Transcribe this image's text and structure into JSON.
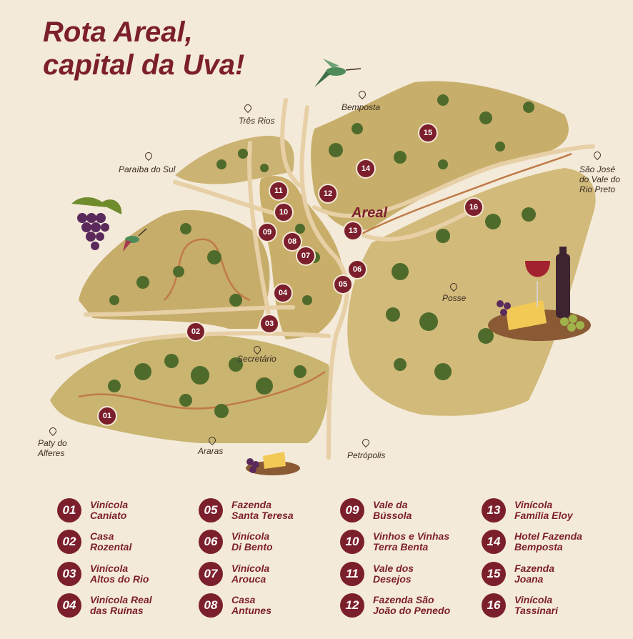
{
  "title": {
    "line1": "Rota Areal,",
    "line2": "capital da Uva!"
  },
  "map": {
    "region_label": "Areal",
    "towns": [
      {
        "id": "tres-rios",
        "lines": [
          "Três Rios"
        ]
      },
      {
        "id": "bemposta",
        "lines": [
          "Bemposta"
        ]
      },
      {
        "id": "paraiba-do-sul",
        "lines": [
          "Paraíba do Sul"
        ]
      },
      {
        "id": "sao-jose",
        "lines": [
          "São José",
          "do Vale do",
          "Rio Preto"
        ]
      },
      {
        "id": "posse",
        "lines": [
          "Posse"
        ]
      },
      {
        "id": "secretario",
        "lines": [
          "Secretário"
        ]
      },
      {
        "id": "paty",
        "lines": [
          "Paty do",
          "Alferes"
        ]
      },
      {
        "id": "araras",
        "lines": [
          "Araras"
        ]
      },
      {
        "id": "petropolis",
        "lines": [
          "Petrópolis"
        ]
      }
    ],
    "markers": [
      "01",
      "02",
      "03",
      "04",
      "05",
      "06",
      "07",
      "08",
      "09",
      "10",
      "11",
      "12",
      "13",
      "14",
      "15",
      "16"
    ],
    "icons": [
      "grapes-icon",
      "hummingbird-icon",
      "wine-cheese-board-icon",
      "cheese-board-icon"
    ]
  },
  "legend": [
    {
      "num": "01",
      "lines": [
        "Vinícola",
        "Caniato"
      ]
    },
    {
      "num": "02",
      "lines": [
        "Casa",
        "Rozental"
      ]
    },
    {
      "num": "03",
      "lines": [
        "Vinícola",
        "Altos do Rio"
      ]
    },
    {
      "num": "04",
      "lines": [
        "Vinícola Real",
        "das Ruínas"
      ]
    },
    {
      "num": "05",
      "lines": [
        "Fazenda",
        "Santa Teresa"
      ]
    },
    {
      "num": "06",
      "lines": [
        "Vinícola",
        "Di Bento"
      ]
    },
    {
      "num": "07",
      "lines": [
        "Vinícola",
        "Arouca"
      ]
    },
    {
      "num": "08",
      "lines": [
        "Casa",
        "Antunes"
      ]
    },
    {
      "num": "09",
      "lines": [
        "Vale da",
        "Bússola"
      ]
    },
    {
      "num": "10",
      "lines": [
        "Vinhos e Vinhas",
        "Terra Benta"
      ]
    },
    {
      "num": "11",
      "lines": [
        "Vale dos",
        "Desejos"
      ]
    },
    {
      "num": "12",
      "lines": [
        "Fazenda São",
        "João do Penedo"
      ]
    },
    {
      "num": "13",
      "lines": [
        "Vinícola",
        "Família Eloy"
      ]
    },
    {
      "num": "14",
      "lines": [
        "Hotel Fazenda",
        "Bemposta"
      ]
    },
    {
      "num": "15",
      "lines": [
        "Fazenda",
        "Joana"
      ]
    },
    {
      "num": "16",
      "lines": [
        "Vinícola",
        "Tassinari"
      ]
    }
  ],
  "colors": {
    "accent": "#7c1f2c",
    "background": "#f4ead9",
    "land": "#c9b26f",
    "road": "#e7cfa6",
    "tree": "#4f6b2c"
  }
}
